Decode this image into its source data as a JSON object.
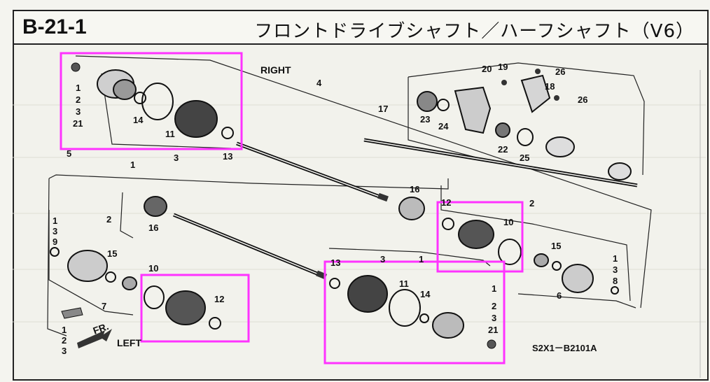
{
  "header": {
    "code": "B-21-1",
    "title": "フロントドライブシャフト／ハーフシャフト（V6）"
  },
  "labels": {
    "right": "RIGHT",
    "left": "LEFT",
    "front": "FR.",
    "ref": "S2X1－B2101A"
  },
  "callouts": {
    "c1a": "1",
    "c2a": "2",
    "c3a": "3",
    "c21a": "21",
    "c14a": "14",
    "c11a": "11",
    "c1b": "1",
    "c3b": "3",
    "c13a": "13",
    "c4": "4",
    "c5": "5",
    "c17": "17",
    "c23": "23",
    "c24": "24",
    "c20": "20",
    "c19": "19",
    "c26a": "26",
    "c18": "18",
    "c26b": "26",
    "c22": "22",
    "c25": "25",
    "c16a": "16",
    "c16b": "16",
    "c2b": "2",
    "c12a": "12",
    "c10a": "10",
    "c15a": "15",
    "c1c": "1",
    "c3c": "3",
    "c8": "8",
    "c6": "6",
    "c1d": "1",
    "c3d": "3",
    "c9": "9",
    "c2c": "2",
    "c15b": "15",
    "c10b": "10",
    "c12b": "12",
    "c7": "7",
    "c1e": "1",
    "c2e": "2",
    "c3e": "3",
    "c13b": "13",
    "c3f": "3",
    "c1f": "1",
    "c11b": "11",
    "c14b": "14",
    "c1g": "1",
    "c2g": "2",
    "c3g": "3",
    "c21b": "21"
  },
  "colors": {
    "highlight": "#ff33ff",
    "ink": "#111111",
    "paper": "#f2f2ec"
  }
}
